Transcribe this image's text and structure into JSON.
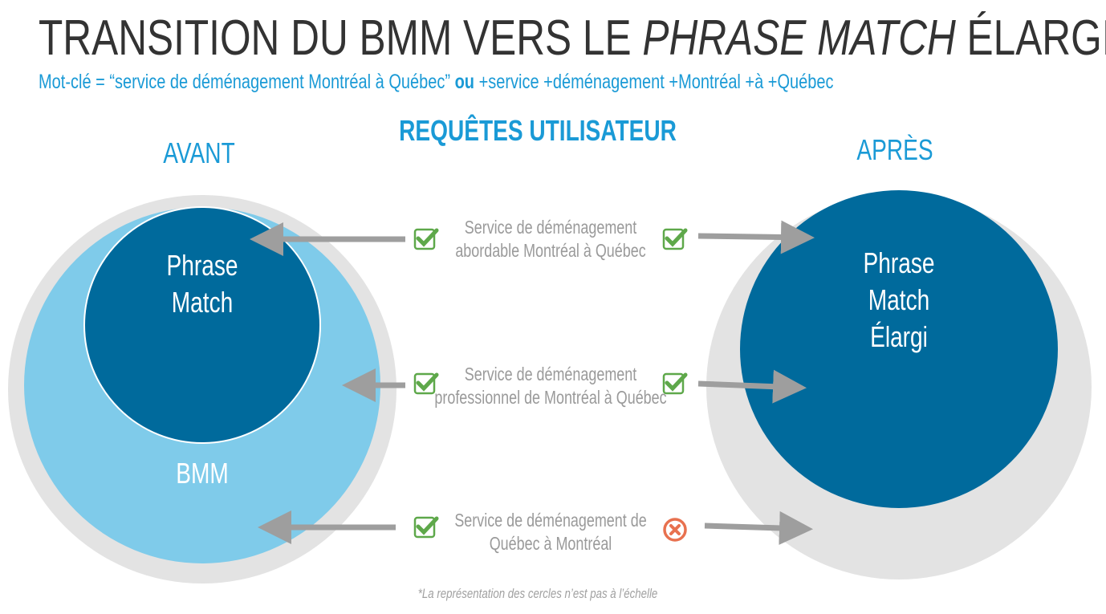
{
  "title": {
    "prefix": "TRANSITION DU BMM VERS LE ",
    "italic": "PHRASE MATCH",
    "suffix": " ÉLARGI"
  },
  "subtitle": {
    "part1": "Mot-clé = “service de déménagement Montréal à Québec” ",
    "or": "ou",
    "part2": " +service +déménagement +Montréal +à +Québec"
  },
  "header": "REQUÊTES UTILISATEUR",
  "before": {
    "label": "AVANT",
    "inner_line1": "Phrase",
    "inner_line2": "Match",
    "outer": "BMM"
  },
  "after": {
    "label": "APRÈS",
    "line1": "Phrase",
    "line2": "Match",
    "line3": "Élargi"
  },
  "queries": [
    {
      "line1": "Service de déménagement",
      "line2": "abordable Montréal à Québec",
      "before": "check",
      "after": "check"
    },
    {
      "line1": "Service de déménagement",
      "line2": "professionnel de Montréal à Québec",
      "before": "check",
      "after": "check"
    },
    {
      "line1": "Service de déménagement de",
      "line2": "Québec à Montréal",
      "before": "check",
      "after": "cross"
    }
  ],
  "note": "*La représentation des cercles n’est pas à l’échelle",
  "colors": {
    "blue": "#1a9ad6",
    "dark": "#006a9c",
    "light": "#7fcbea",
    "gray": "#e3e3e3",
    "green": "#5ea84a",
    "red": "#e8714f"
  }
}
